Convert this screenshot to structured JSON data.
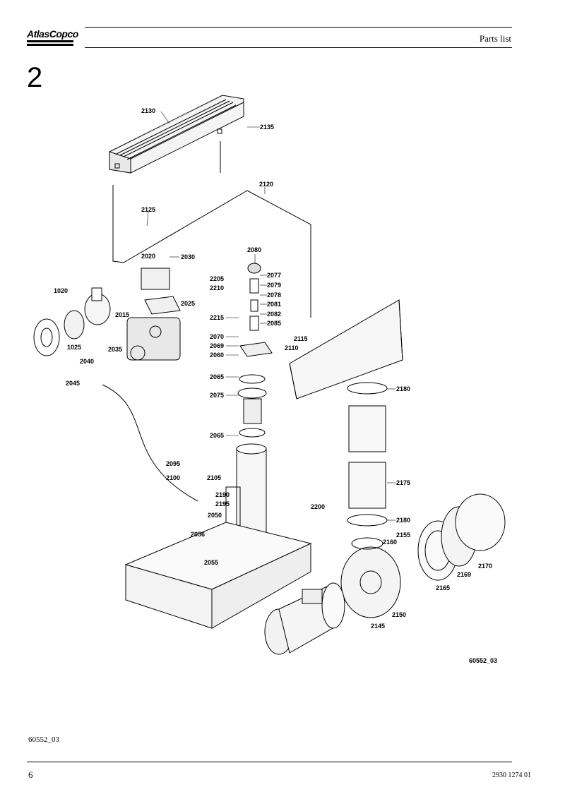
{
  "header": {
    "brand": "AtlasCopco",
    "title": "Parts list"
  },
  "section_number": "2",
  "figure": {
    "id": "60552_03",
    "callouts": {
      "c2130": "2130",
      "c2135": "2135",
      "c2120": "2120",
      "c2125": "2125",
      "c2080": "2080",
      "c2020": "2020",
      "c2030": "2030",
      "c1020": "1020",
      "c2205": "2205",
      "c2210": "2210",
      "c2077": "2077",
      "c2079": "2079",
      "c2078": "2078",
      "c2081": "2081",
      "c2082": "2082",
      "c2085": "2085",
      "c2015": "2015",
      "c2025": "2025",
      "c2215": "2215",
      "c1025": "1025",
      "c2070": "2070",
      "c2115": "2115",
      "c2069": "2069",
      "c2110": "2110",
      "c2035": "2035",
      "c2060": "2060",
      "c2040": "2040",
      "c2065a": "2065",
      "c2045": "2045",
      "c2180a": "2180",
      "c2075": "2075",
      "c2065b": "2065",
      "c2095": "2095",
      "c2175": "2175",
      "c2100": "2100",
      "c2105": "2105",
      "c2190": "2190",
      "c2200": "2200",
      "c2195": "2195",
      "c2050": "2050",
      "c2180b": "2180",
      "c2155": "2155",
      "c2056": "2056",
      "c2160": "2160",
      "c2055": "2055",
      "c2170": "2170",
      "c2169": "2169",
      "c2165": "2165",
      "c2150": "2150",
      "c2145": "2145"
    }
  },
  "footer": {
    "doc_code": "60552_03",
    "page_number": "6",
    "document_number": "2930 1274 01"
  }
}
